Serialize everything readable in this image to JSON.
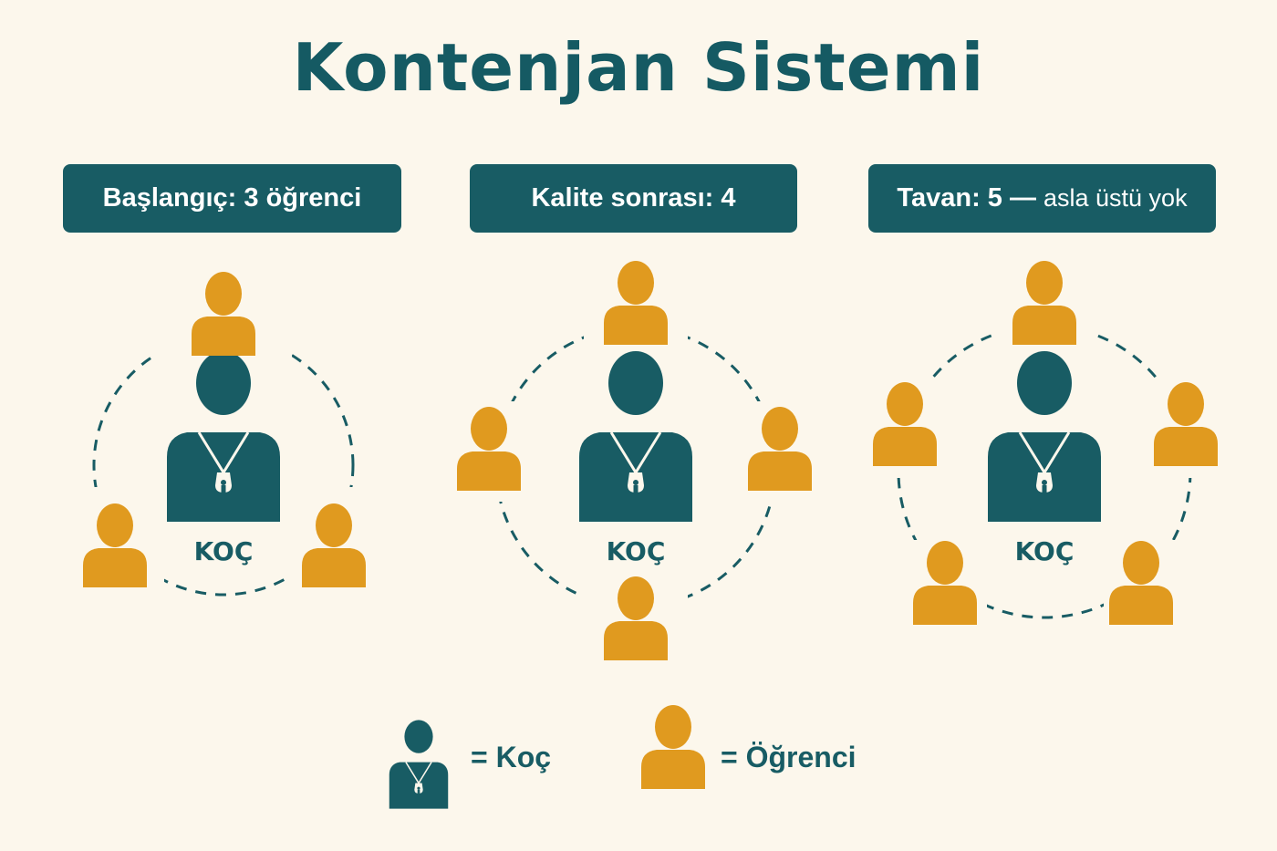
{
  "title": "Kontenjan Sistemi",
  "colors": {
    "background": "#fcf7ec",
    "coach": "#185c64",
    "student": "#e09a1f",
    "title": "#155a63"
  },
  "icons": {
    "coach": "coach-with-whistle-icon",
    "student": "student-person-icon"
  },
  "panels": [
    {
      "label_main": "Başlangıç: 3 öğrenci",
      "label_small": "",
      "center_label": "KOÇ",
      "student_count": 3
    },
    {
      "label_main": "Kalite sonrası: 4",
      "label_small": "",
      "center_label": "KOÇ",
      "student_count": 4
    },
    {
      "label_main": "Tavan: 5 —",
      "label_small": "asla üstü yok",
      "center_label": "KOÇ",
      "student_count": 5
    }
  ],
  "legend": {
    "coach_text": "= Koç",
    "student_text": "= Öğrenci"
  }
}
